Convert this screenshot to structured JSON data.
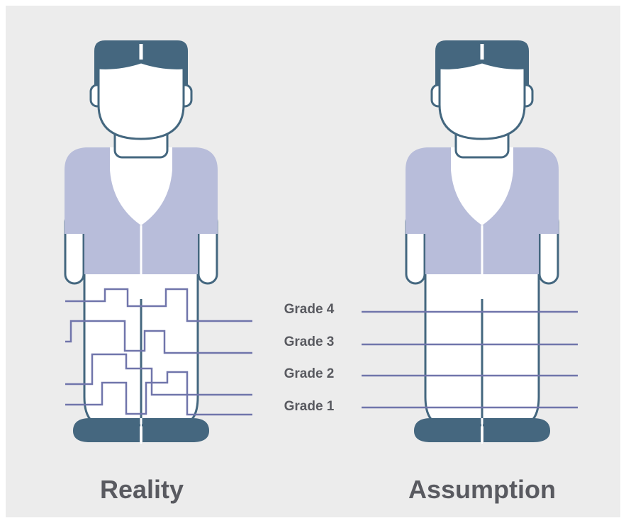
{
  "captions": {
    "left": "Reality",
    "right": "Assumption"
  },
  "grades": [
    "Grade 4",
    "Grade 3",
    "Grade 2",
    "Grade 1"
  ],
  "colors": {
    "background": "#ececec",
    "outline": "#44677f",
    "hair_and_shoes": "#45677f",
    "shirt": "#b8bdda",
    "grade_lines": "#7075ab",
    "text": "#595a60"
  }
}
